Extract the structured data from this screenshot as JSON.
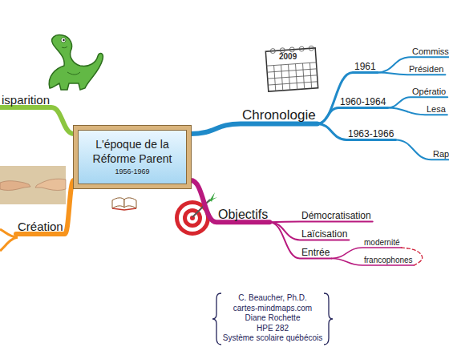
{
  "diagram": {
    "nodes": [
      {
        "text": [
          "L'époque de la Réforme Parent",
          "1956-1969"
        ]
      },
      {
        "text": [
          "isparition"
        ]
      },
      {
        "text": [
          "Création"
        ]
      },
      {
        "text": [
          "Chronologie"
        ]
      },
      {
        "text": [
          "1961"
        ]
      },
      {
        "text": [
          "Commiss"
        ]
      },
      {
        "text": [
          "Présiden"
        ]
      },
      {
        "text": [
          "1960-1964"
        ]
      },
      {
        "text": [
          "Opératio"
        ]
      },
      {
        "text": [
          "Lesa"
        ]
      },
      {
        "text": [
          "1963-1966"
        ]
      },
      {
        "text": [
          "Rap"
        ]
      },
      {
        "text": [
          "Objectifs"
        ]
      },
      {
        "text": [
          "Démocratisation"
        ]
      },
      {
        "text": [
          "Laïcisation"
        ]
      },
      {
        "text": [
          "Entrée"
        ]
      },
      {
        "text": [
          "modernité"
        ]
      },
      {
        "text": [
          "francophones"
        ]
      }
    ],
    "edges": [
      {
        "from": 0,
        "to": 1,
        "arrow": "none"
      },
      {
        "from": 0,
        "to": 2,
        "arrow": "none"
      },
      {
        "from": 0,
        "to": 3,
        "arrow": "none"
      },
      {
        "from": 3,
        "to": 4,
        "arrow": "none"
      },
      {
        "from": 4,
        "to": 5,
        "arrow": "none"
      },
      {
        "from": 4,
        "to": 6,
        "arrow": "none"
      },
      {
        "from": 3,
        "to": 7,
        "arrow": "none"
      },
      {
        "from": 7,
        "to": 8,
        "arrow": "none"
      },
      {
        "from": 7,
        "to": 9,
        "arrow": "none"
      },
      {
        "from": 3,
        "to": 10,
        "arrow": "none"
      },
      {
        "from": 10,
        "to": 11,
        "arrow": "none"
      },
      {
        "from": 0,
        "to": 12,
        "arrow": "none"
      },
      {
        "from": 12,
        "to": 13,
        "arrow": "none"
      },
      {
        "from": 12,
        "to": 14,
        "arrow": "none"
      },
      {
        "from": 12,
        "to": 15,
        "arrow": "none"
      },
      {
        "from": 15,
        "to": 16,
        "arrow": "none"
      },
      {
        "from": 15,
        "to": 17,
        "arrow": "none"
      },
      {
        "from": 16,
        "to": 17,
        "arrow": "none"
      }
    ],
    "labels": [
      "2009",
      "C. Beaucher, Ph.D.",
      "cartes-mindmaps.com",
      "Diane Rochette",
      "HPE 282",
      "Système scolaire québécois"
    ]
  }
}
